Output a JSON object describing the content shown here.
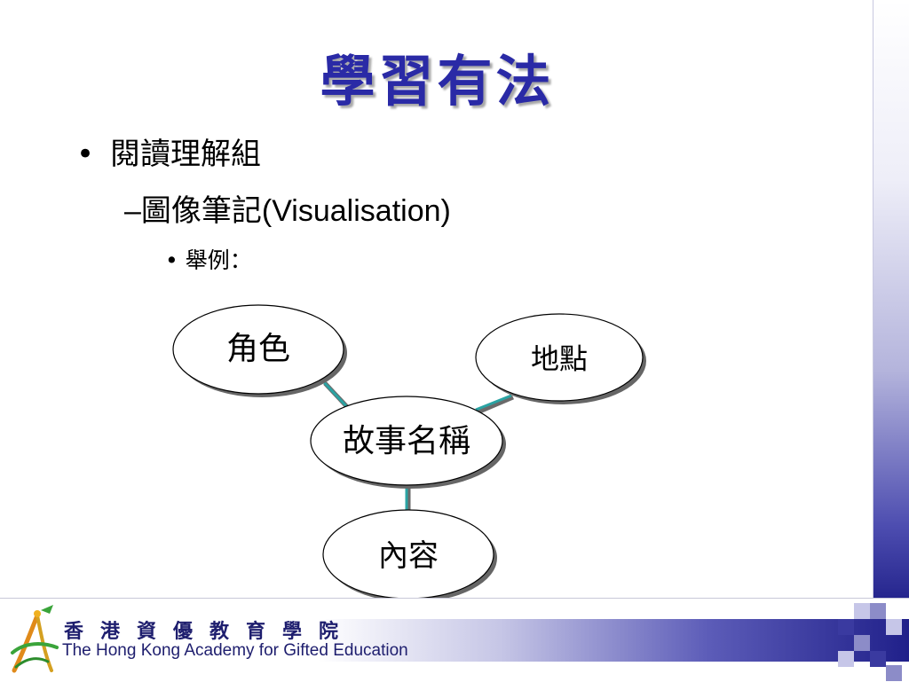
{
  "slide": {
    "title": "學習有法",
    "bullet_level1": "閱讀理解組",
    "bullet_level2_dash": "–",
    "bullet_level2_zh": "圖像筆記",
    "bullet_level2_en": "(Visualisation)",
    "bullet_level3": "舉例："
  },
  "diagram": {
    "center": "故事名稱",
    "nodes": [
      "角色",
      "地點",
      "內容"
    ]
  },
  "footer": {
    "institution_zh": "香港資優教育學院",
    "institution_en": "The Hong Kong Academy for Gifted Education"
  },
  "colors": {
    "title": "#2a2aa6",
    "accent_dark": "#20208a",
    "connector": "#2aa3a3"
  }
}
